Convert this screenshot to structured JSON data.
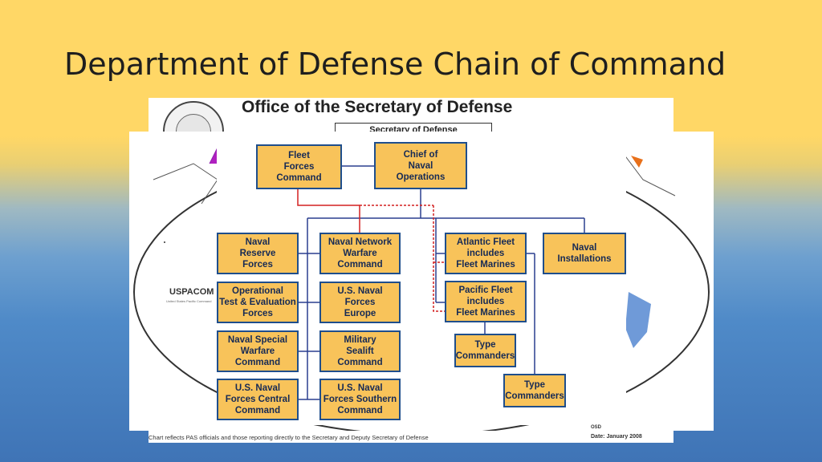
{
  "slide": {
    "title": "Department of Defense Chain of Command"
  },
  "osd": {
    "title": "Office of the Secretary of Defense",
    "subtitle_box": "Secretary of Defense",
    "footer_note": "Chart reflects PAS officials and those reporting directly to the Secretary and Deputy Secretary of Defense",
    "footer_osd": "OSD",
    "footer_date": "Date:  January 2008"
  },
  "map": {
    "label": "USPACOM",
    "sublabel": "United States Pacific Command"
  },
  "org_chart": {
    "nodes": {
      "fleet_forces": "Fleet\nForces\nCommand",
      "cno": "Chief of\nNaval\nOperations",
      "naval_reserve": "Naval\nReserve\nForces",
      "opevalfor": "Operational\nTest & Evaluation\nForces",
      "nsw": "Naval Special\nWarfare\nCommand",
      "navcent": "U.S. Naval\nForces Central\nCommand",
      "netwarcom": "Naval Network\nWarfare\nCommand",
      "naveur": "U.S. Naval\nForces\nEurope",
      "msc": "Military\nSealift\nCommand",
      "navso": "U.S. Naval\nForces Southern\nCommand",
      "atlantic": "Atlantic Fleet\nincludes\nFleet Marines",
      "pacific": "Pacific Fleet\nincludes\nFleet Marines",
      "type_cmd_1": "Type\nCommanders",
      "type_cmd_2": "Type\nCommanders",
      "installations": "Naval\nInstallations"
    },
    "colors": {
      "box_fill": "#f8c35a",
      "box_border": "#1f4e8c",
      "line_blue": "#2a3f8f",
      "line_red": "#d42020"
    }
  }
}
